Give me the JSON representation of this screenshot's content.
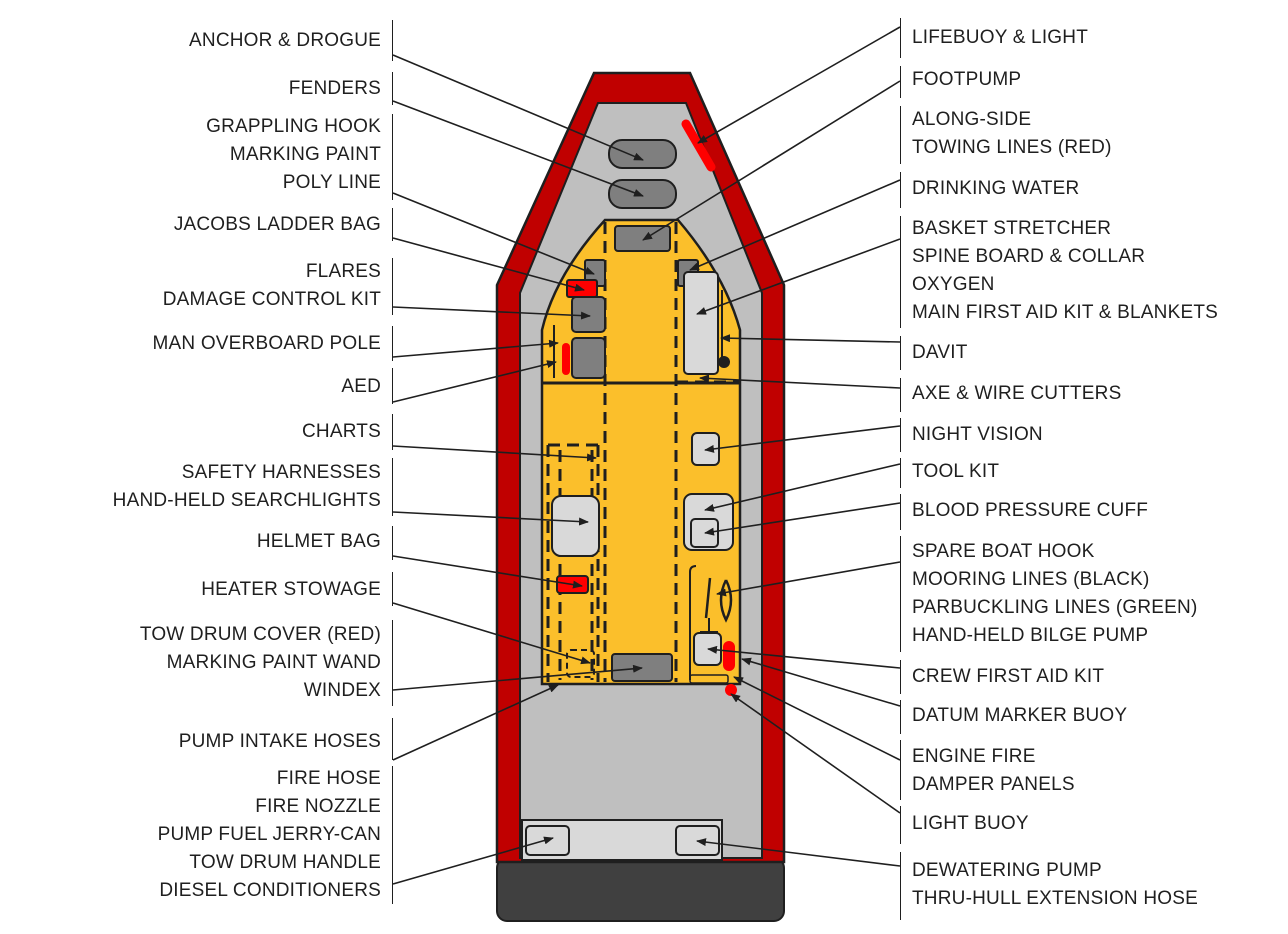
{
  "diagram": {
    "colors": {
      "tube": "#c00000",
      "deck": "#bfbfbf",
      "console": "#fbbf2b",
      "stern": "#404040",
      "item": "#7f7f7f",
      "item_light": "#d9d9d9",
      "flag_red": "#ff0000"
    },
    "left_labels": [
      {
        "lines": [
          "ANCHOR & DROGUE"
        ]
      },
      {
        "lines": [
          "FENDERS"
        ]
      },
      {
        "lines": [
          "GRAPPLING HOOK",
          "MARKING PAINT",
          "POLY LINE"
        ]
      },
      {
        "lines": [
          "JACOBS LADDER BAG"
        ]
      },
      {
        "lines": [
          "FLARES",
          "DAMAGE CONTROL KIT"
        ]
      },
      {
        "lines": [
          "MAN OVERBOARD POLE"
        ]
      },
      {
        "lines": [
          "AED"
        ]
      },
      {
        "lines": [
          "CHARTS"
        ]
      },
      {
        "lines": [
          "SAFETY HARNESSES",
          "HAND-HELD SEARCHLIGHTS"
        ]
      },
      {
        "lines": [
          "HELMET BAG"
        ]
      },
      {
        "lines": [
          "HEATER STOWAGE"
        ]
      },
      {
        "lines": [
          "TOW DRUM COVER (RED)",
          "MARKING PAINT WAND",
          "WINDEX"
        ]
      },
      {
        "lines": [
          "PUMP INTAKE HOSES"
        ]
      },
      {
        "lines": [
          "FIRE HOSE",
          "FIRE NOZZLE",
          "PUMP FUEL JERRY-CAN",
          "TOW DRUM HANDLE",
          "DIESEL CONDITIONERS"
        ]
      }
    ],
    "right_labels": [
      {
        "lines": [
          "LIFEBUOY & LIGHT"
        ]
      },
      {
        "lines": [
          "FOOTPUMP"
        ]
      },
      {
        "lines": [
          "ALONG-SIDE",
          "TOWING LINES (RED)"
        ]
      },
      {
        "lines": [
          "DRINKING WATER"
        ]
      },
      {
        "lines": [
          "BASKET STRETCHER",
          "SPINE BOARD & COLLAR",
          "OXYGEN",
          "MAIN FIRST AID KIT & BLANKETS"
        ]
      },
      {
        "lines": [
          "DAVIT"
        ]
      },
      {
        "lines": [
          "AXE & WIRE CUTTERS"
        ]
      },
      {
        "lines": [
          "NIGHT VISION"
        ]
      },
      {
        "lines": [
          "TOOL KIT"
        ]
      },
      {
        "lines": [
          "BLOOD PRESSURE CUFF"
        ]
      },
      {
        "lines": [
          "SPARE BOAT HOOK",
          "MOORING LINES (BLACK)",
          "PARBUCKLING LINES (GREEN)",
          "HAND-HELD BILGE PUMP"
        ]
      },
      {
        "lines": [
          "CREW FIRST AID KIT"
        ]
      },
      {
        "lines": [
          "DATUM MARKER BUOY"
        ]
      },
      {
        "lines": [
          "ENGINE FIRE",
          "DAMPER PANELS"
        ]
      },
      {
        "lines": [
          "LIGHT BUOY"
        ]
      },
      {
        "lines": [
          "DEWATERING PUMP",
          "THRU-HULL EXTENSION HOSE"
        ]
      }
    ]
  }
}
